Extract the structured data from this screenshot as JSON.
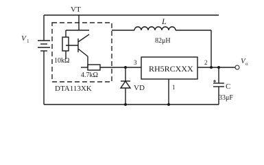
{
  "labels": {
    "vt": "VT",
    "v1": "V",
    "v1_sub": "1",
    "inductor_name": "L",
    "inductor_value": "82μH",
    "resistor_r1": "10kΩ",
    "resistor_r2": "4.7kΩ",
    "transistor_part": "DTA113XK",
    "ic_part": "RH5RCXXX",
    "pin3": "3",
    "pin2": "2",
    "pin1": "1",
    "diode": "VD",
    "output": "V",
    "output_sub": "o",
    "cap_name": "C",
    "cap_value": "33μF"
  }
}
